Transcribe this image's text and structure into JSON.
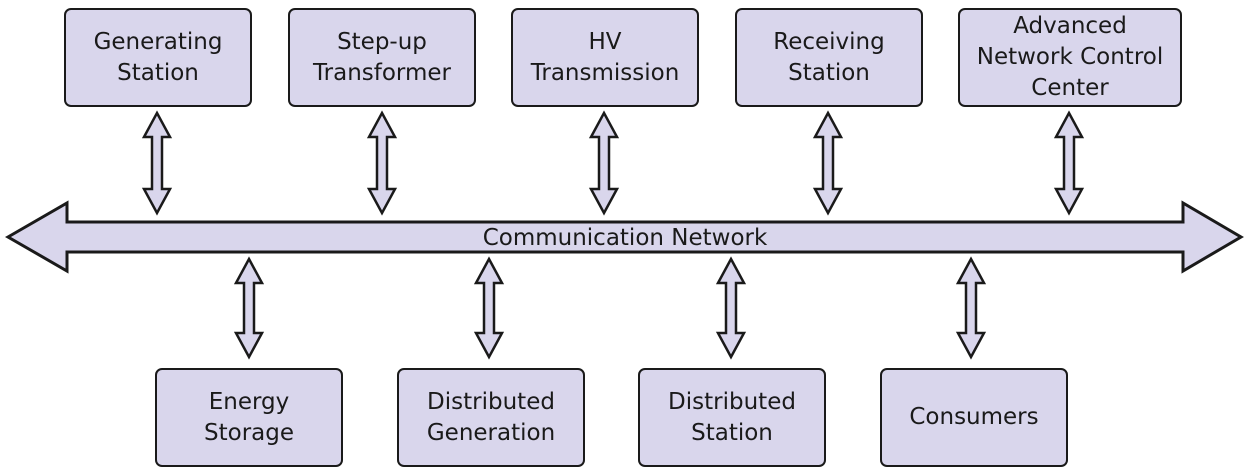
{
  "colors": {
    "fill": "#d9d6ec",
    "stroke": "#1a1a1a",
    "text": "#1a1a1a"
  },
  "bus": {
    "label": "Communication Network"
  },
  "nodes_top": [
    {
      "label": "Generating\nStation"
    },
    {
      "label": "Step-up\nTransformer"
    },
    {
      "label": "HV\nTransmission"
    },
    {
      "label": "Receiving\nStation"
    },
    {
      "label": "Advanced\nNetwork Control\nCenter"
    }
  ],
  "nodes_bottom": [
    {
      "label": "Energy\nStorage"
    },
    {
      "label": "Distributed\nGeneration"
    },
    {
      "label": "Distributed\nStation"
    },
    {
      "label": "Consumers"
    }
  ]
}
